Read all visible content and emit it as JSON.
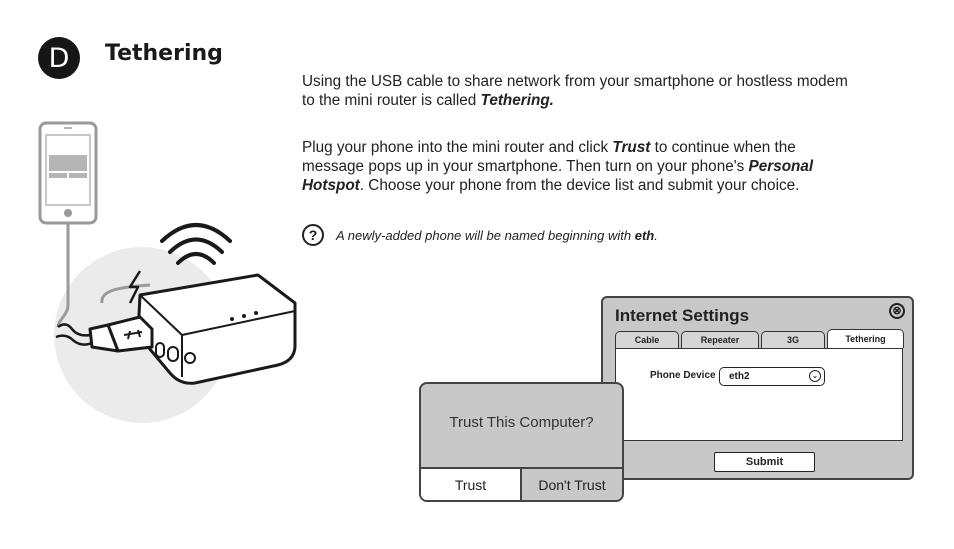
{
  "step": {
    "letter": "D",
    "title": "Tethering"
  },
  "para1": {
    "text1": "Using the USB cable to share network from your smartphone or hostless modem to the mini router is called ",
    "bold1": "Tethering."
  },
  "para2": {
    "t1": "Plug your phone into the mini router and click ",
    "b1": "Trust",
    "t2": " to continue when the message pops up in your smartphone. Then turn on your phone's ",
    "b2": "Personal Hotspot",
    "t3": ". Choose your phone from the device list and submit your choice."
  },
  "note": {
    "icon": "?",
    "text": "A newly-added phone will be named beginning with ",
    "bold": "eth",
    "end": "."
  },
  "settings": {
    "title": "Internet Settings",
    "close": "⊗",
    "tabs": [
      "Cable",
      "Repeater",
      "3G",
      "Tethering"
    ],
    "active_tab": "Tethering",
    "phone_label": "Phone Device",
    "phone_value": "eth2",
    "submit": "Submit"
  },
  "trust": {
    "question": "Trust This Computer?",
    "trust_label": "Trust",
    "dont_label": "Don't Trust"
  }
}
